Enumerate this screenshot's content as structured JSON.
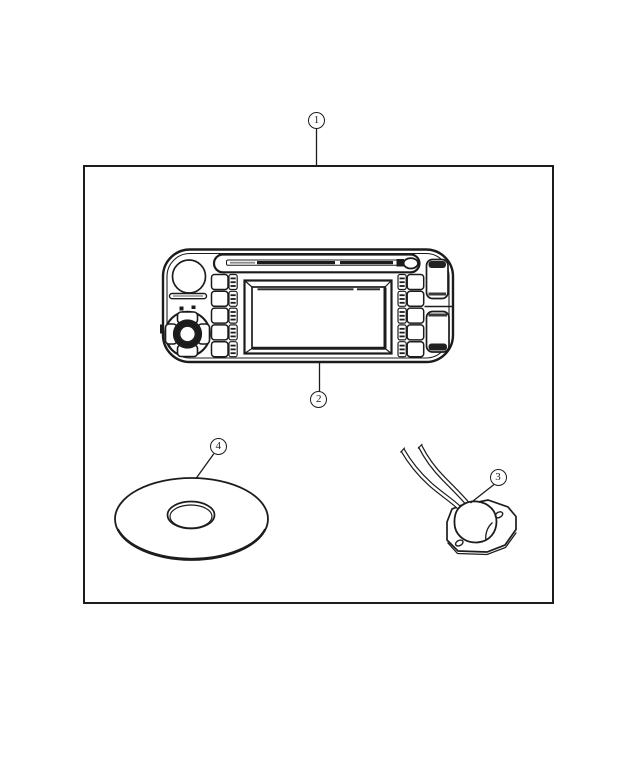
{
  "diagram": {
    "colors": {
      "background": "#ffffff",
      "line": "#1c1c1c"
    },
    "callouts": [
      {
        "label": "1",
        "part": "kit-boundary-box"
      },
      {
        "label": "2",
        "part": "radio-head-unit"
      },
      {
        "label": "3",
        "part": "gps-antenna"
      },
      {
        "label": "4",
        "part": "navigation-disc"
      }
    ],
    "parts": [
      {
        "callout": "1",
        "icon": "kit-boundary-box"
      },
      {
        "callout": "2",
        "icon": "radio-head-unit-illustration"
      },
      {
        "callout": "3",
        "icon": "gps-antenna-illustration"
      },
      {
        "callout": "4",
        "icon": "navigation-disc-illustration"
      }
    ]
  }
}
